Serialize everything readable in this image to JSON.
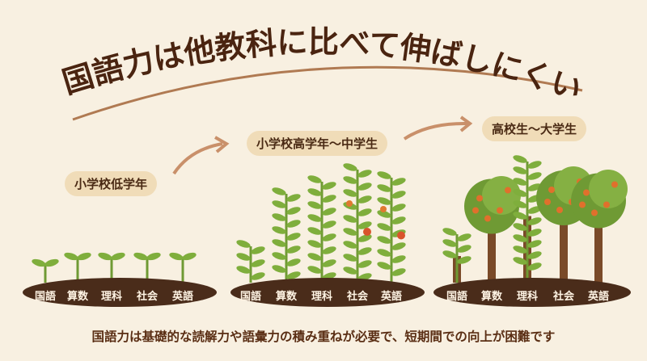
{
  "title": "国語力は他教科に比べて伸ばしにくい",
  "stages": [
    {
      "label": "小学校低学年",
      "subjects": [
        "国語",
        "算数",
        "理科",
        "社会",
        "英語"
      ]
    },
    {
      "label": "小学校高学年〜中学生",
      "subjects": [
        "国語",
        "算数",
        "理科",
        "社会",
        "英語"
      ]
    },
    {
      "label": "高校生〜大学生",
      "subjects": [
        "国語",
        "算数",
        "理科",
        "社会",
        "英語"
      ]
    }
  ],
  "caption": "国語力は基礎的な読解力や語彙力の積み重ねが必要で、短期間での向上が困難です",
  "colors": {
    "background": "#f8f0e1",
    "soil": "#4a2c1a",
    "leaf": "#7fae3c",
    "text": "#4a2a14",
    "arrow": "#c9906a"
  }
}
